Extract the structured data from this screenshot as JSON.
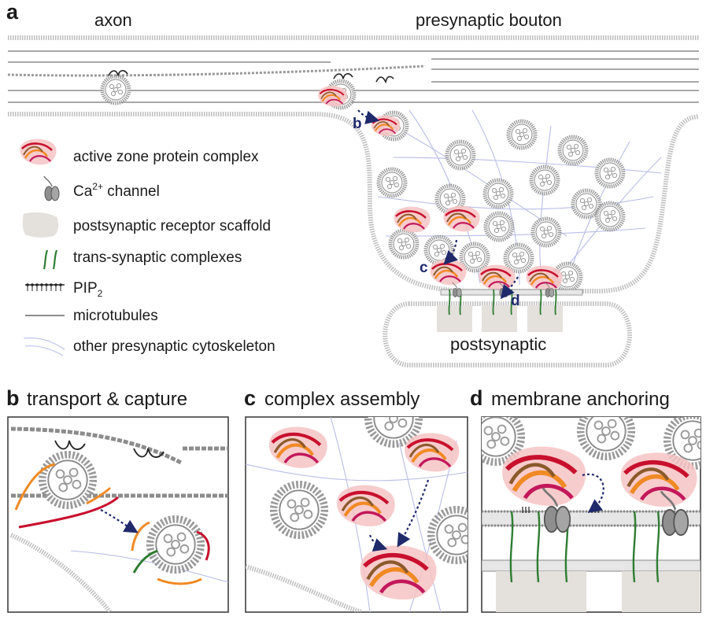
{
  "panel_a": {
    "letter": "a",
    "labels": {
      "axon": "axon",
      "bouton": "presynaptic bouton",
      "postsynaptic": "postsynaptic"
    },
    "arrow_labels": {
      "b": "b",
      "c": "c",
      "d": "d"
    },
    "legend": [
      {
        "text": "active zone protein complex",
        "icon": "active-zone-complex-icon"
      },
      {
        "text": "Ca",
        "sup": "2+",
        "suffix": " channel",
        "icon": "calcium-channel-icon"
      },
      {
        "text": "postsynaptic receptor scaffold",
        "icon": "receptor-scaffold-icon"
      },
      {
        "text": "trans-synaptic complexes",
        "icon": "trans-synaptic-complex-icon"
      },
      {
        "text": "PIP",
        "sub": "2",
        "icon": "pip2-icon"
      },
      {
        "text": "microtubules",
        "icon": "microtubule-icon"
      },
      {
        "text": "other presynaptic cytoskeleton",
        "icon": "cytoskeleton-icon"
      }
    ]
  },
  "panel_b": {
    "letter": "b",
    "title": "transport & capture"
  },
  "panel_c": {
    "letter": "c",
    "title": "complex assembly"
  },
  "panel_d": {
    "letter": "d",
    "title": "membrane anchoring"
  },
  "colors": {
    "active_zone_fill": "#f6c3c3",
    "protein_red": "#c8102e",
    "protein_orange": "#f08a24",
    "protein_brown": "#8b5a2b",
    "protein_magenta": "#c2185b",
    "trans_synaptic_green": "#2e7d32",
    "arrow_navy": "#1f2a6b",
    "cytoskeleton": "#b9bde8",
    "microtubule": "#8c8c8c"
  }
}
